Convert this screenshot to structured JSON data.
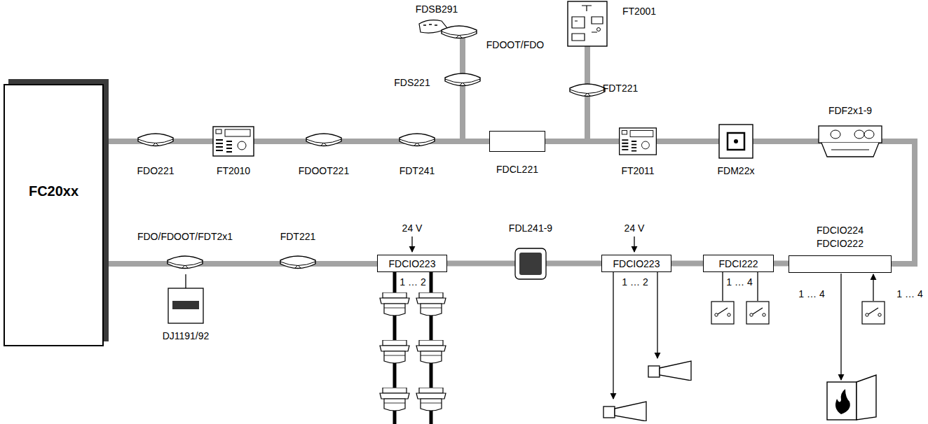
{
  "diagram": {
    "nodes": [
      {
        "text": [
          "FC20xx"
        ]
      },
      {
        "text": [
          "FDCL221"
        ]
      },
      {
        "text": [
          "FDCIO224 FDCIO222"
        ]
      },
      {
        "text": [
          "FDCI222"
        ]
      },
      {
        "text": [
          "FDCIO223"
        ]
      },
      {
        "text": [
          "FDCIO223"
        ]
      }
    ],
    "edges": [
      {
        "from": 0,
        "to": 1,
        "arrow": "none"
      },
      {
        "from": 1,
        "to": 2,
        "arrow": "none"
      },
      {
        "from": 2,
        "to": 3,
        "arrow": "none"
      },
      {
        "from": 3,
        "to": 4,
        "arrow": "none"
      },
      {
        "from": 4,
        "to": 5,
        "arrow": "none"
      },
      {
        "from": 5,
        "to": 0,
        "arrow": "none"
      }
    ],
    "labels": [
      "FDSB291",
      "FDOOT/FDO",
      "FT2001",
      "FDS221",
      "FDT221",
      "FDO221",
      "FT2010",
      "FDOOT221",
      "FDT241",
      "FT2011",
      "FDM22x",
      "FDF2x1-9",
      "FDO/FDOOT/FDT2x1",
      "FDT221",
      "24 V",
      "FDL241-9",
      "24 V",
      "1 … 2",
      "1 … 2",
      "1 … 4",
      "1 … 4",
      "1 … 4",
      "DJ1191/92"
    ]
  }
}
